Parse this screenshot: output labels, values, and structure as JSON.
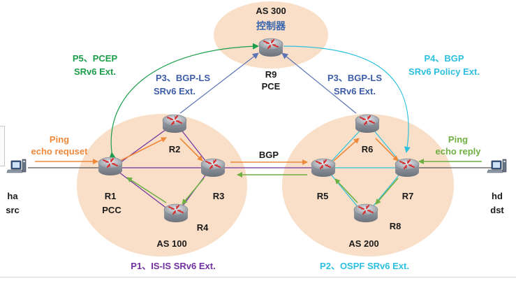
{
  "areas": {
    "as300": {
      "title": "AS 300",
      "subtitle": "控制器"
    },
    "as100": {
      "title": "AS 100"
    },
    "as200": {
      "title": "AS 200"
    }
  },
  "routers": {
    "r1": {
      "name": "R1",
      "role": "PCC"
    },
    "r2": {
      "name": "R2"
    },
    "r3": {
      "name": "R3"
    },
    "r4": {
      "name": "R4"
    },
    "r5": {
      "name": "R5"
    },
    "r6": {
      "name": "R6"
    },
    "r7": {
      "name": "R7"
    },
    "r8": {
      "name": "R8"
    },
    "r9": {
      "name": "R9",
      "role": "PCE"
    }
  },
  "hosts": {
    "ha": {
      "name": "ha",
      "role": "src"
    },
    "hd": {
      "name": "hd",
      "role": "dst"
    }
  },
  "protocols": {
    "p5": {
      "line1": "P5、PCEP",
      "line2": "SRv6 Ext."
    },
    "p3_left": {
      "line1": "P3、BGP-LS",
      "line2": "SRv6 Ext."
    },
    "p3_right": {
      "line1": "P3、BGP-LS",
      "line2": "SRv6 Ext."
    },
    "p4": {
      "line1": "P4、BGP",
      "line2": "SRv6 Policy Ext."
    },
    "bgp": {
      "label": "BGP"
    },
    "p1": {
      "label": "P1、IS-IS SRv6 Ext."
    },
    "p2": {
      "label": "P2、OSPF SRv6 Ext."
    }
  },
  "ping": {
    "request": {
      "line1": "Ping",
      "line2": "echo requset"
    },
    "reply": {
      "line1": "Ping",
      "line2": "echo reply"
    }
  },
  "colors": {
    "area_fill": "#f9dfc8",
    "router_body": "#aeb4bc",
    "router_icon": "#d62b2b",
    "orange": "#f0883a",
    "green": "#6fb043",
    "purple": "#7030a0",
    "blue_grey": "#5a74b5",
    "cyan": "#2cc0de",
    "pcep_green": "#1c9e4a",
    "dark_text": "#1a1a1a"
  }
}
